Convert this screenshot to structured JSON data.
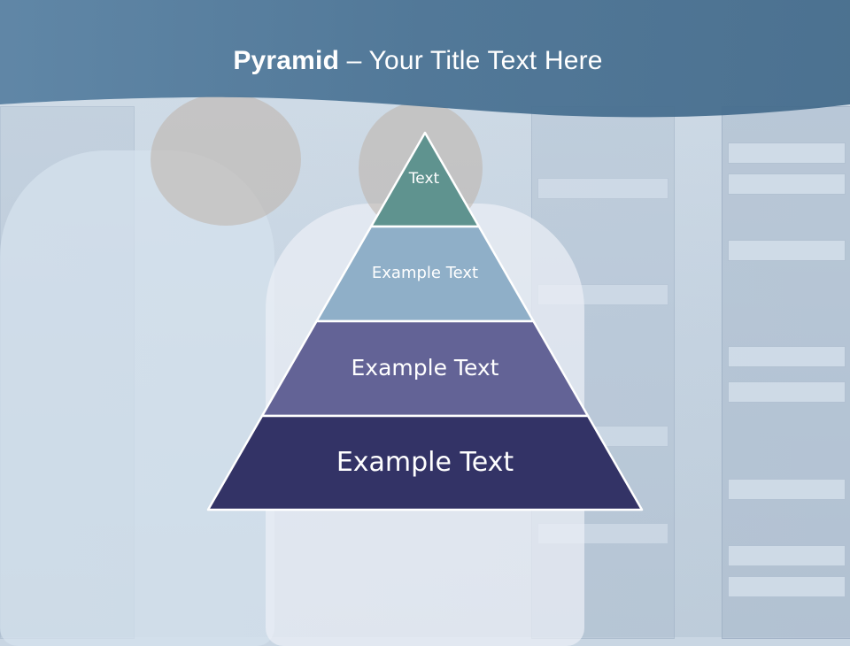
{
  "slide": {
    "title_bold": "Pyramid",
    "title_rest": " – Your Title Text Here"
  },
  "pyramid": {
    "tiers": [
      {
        "label": "Text",
        "color": "#5f938f"
      },
      {
        "label": "Example Text",
        "color": "#8fafc8"
      },
      {
        "label": "Example Text",
        "color": "#636396"
      },
      {
        "label": "Example Text",
        "color": "#333366"
      }
    ]
  },
  "colors": {
    "title_band": "#4b7394",
    "background": "#c9d6e3"
  }
}
